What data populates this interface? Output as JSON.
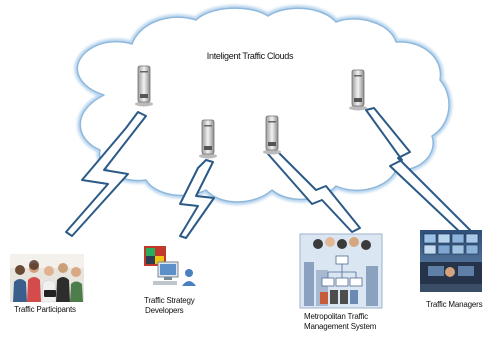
{
  "cloud": {
    "title": "Inteligent Traffic Clouds"
  },
  "endpoints": {
    "participants": {
      "label": "Traffic Participants",
      "icon": "people-photo-icon"
    },
    "developers": {
      "label_line1": "Traffic Strategy",
      "label_line2": "Developers",
      "icon": "developer-workstation-icon"
    },
    "management": {
      "label_line1": "Metropolitan Traffic",
      "label_line2": "Management System",
      "icon": "management-system-icon"
    },
    "managers": {
      "label": "Traffic Managers",
      "icon": "control-room-icon"
    }
  },
  "colors": {
    "cloud_fill": "#ffffff",
    "cloud_stroke": "#9cc4e4",
    "bolt_fill": "#ffffff",
    "bolt_stroke": "#2c5a86",
    "server_body": "#dcdcdc"
  }
}
